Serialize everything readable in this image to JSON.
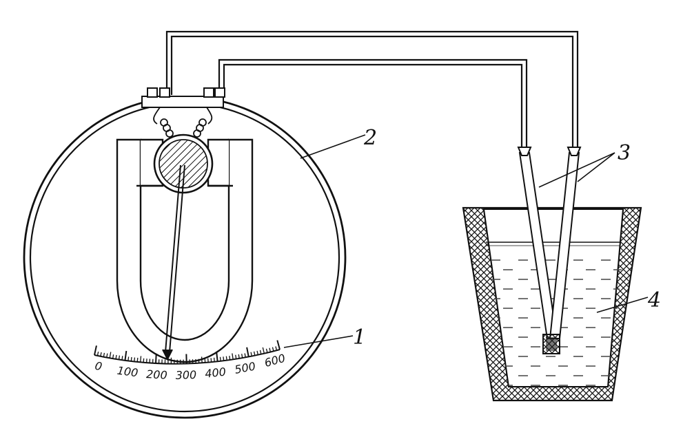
{
  "callouts": {
    "scale": "1",
    "housing": "2",
    "electrodes": "3",
    "vessel": "4"
  },
  "scale": {
    "labels": [
      "0",
      "100",
      "200",
      "300",
      "400",
      "500",
      "600"
    ]
  },
  "colors": {
    "ink": "#111111",
    "paper": "#ffffff",
    "liquid_dash": "#444444"
  }
}
